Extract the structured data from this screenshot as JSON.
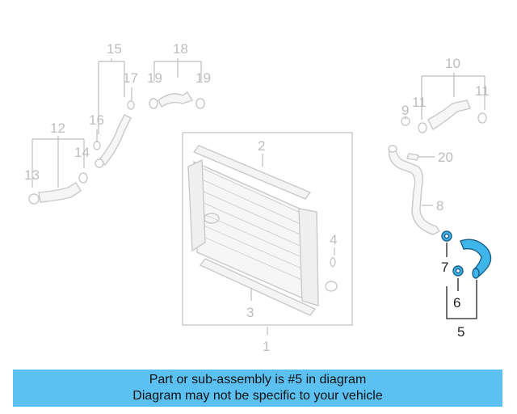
{
  "callouts": [
    {
      "id": "1",
      "highlight": false
    },
    {
      "id": "2",
      "highlight": false
    },
    {
      "id": "3",
      "highlight": false
    },
    {
      "id": "4",
      "highlight": false
    },
    {
      "id": "5",
      "highlight": true
    },
    {
      "id": "6",
      "highlight": true
    },
    {
      "id": "7",
      "highlight": true
    },
    {
      "id": "8",
      "highlight": false
    },
    {
      "id": "9",
      "highlight": false
    },
    {
      "id": "10",
      "highlight": false
    },
    {
      "id": "11",
      "highlight": false
    },
    {
      "id": "12",
      "highlight": false
    },
    {
      "id": "13",
      "highlight": false
    },
    {
      "id": "14",
      "highlight": false
    },
    {
      "id": "15",
      "highlight": false
    },
    {
      "id": "16",
      "highlight": false
    },
    {
      "id": "17",
      "highlight": false
    },
    {
      "id": "18",
      "highlight": false
    },
    {
      "id": "19",
      "highlight": false
    },
    {
      "id": "20",
      "highlight": false
    }
  ],
  "banner": {
    "line1": "Part or sub-assembly is #5 in diagram",
    "line2": "Diagram may not be specific to your vehicle"
  },
  "colors": {
    "part_gray": "#c9c9c9",
    "highlight_blue": "#3fb6ea",
    "banner_blue": "#5bc1f2"
  }
}
